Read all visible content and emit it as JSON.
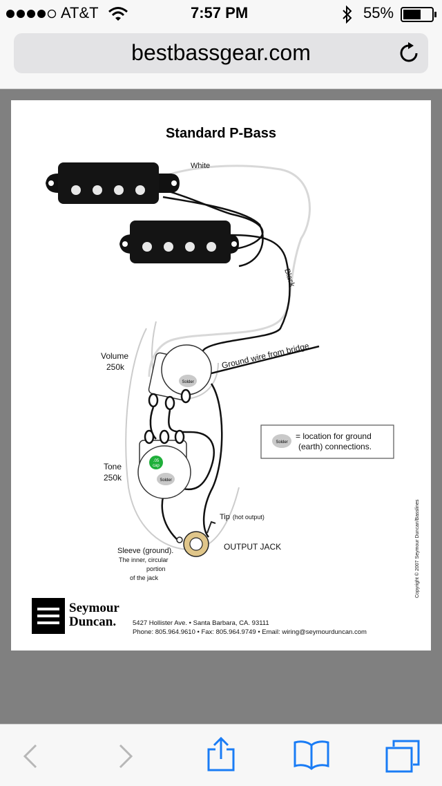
{
  "status": {
    "carrier": "AT&T",
    "time": "7:57 PM",
    "battery": "55%",
    "icons": [
      "signal-dots-icon",
      "wifi-icon",
      "bluetooth-icon",
      "battery-icon"
    ]
  },
  "browser": {
    "url": "bestbassgear.com",
    "reload_icon": "reload-icon"
  },
  "diagram": {
    "title": "Standard P-Bass",
    "labels": {
      "white": "White",
      "black": "Black",
      "ground_wire": "Ground wire from bridge",
      "volume": "Volume",
      "volume_value": "250k",
      "tone": "Tone",
      "tone_value": "250k",
      "solder": "Solder",
      "cap_value": ".05",
      "cap_label": "cap",
      "legend_line1": "= location for ground",
      "legend_line2": "(earth) connections.",
      "tip": "Tip",
      "tip_note": "(hot output)",
      "output_jack": "OUTPUT JACK",
      "sleeve": "Sleeve (ground).",
      "sleeve_line2": "The inner, circular",
      "sleeve_line3": "portion",
      "sleeve_line4": "of the jack",
      "copyright": "Copyright © 2007 Seymour Duncan/Basslines"
    },
    "footer": {
      "brand_line1": "Seymour",
      "brand_line2": "Duncan.",
      "address": "5427 Hollister Ave. • Santa Barbara, CA. 93111",
      "contact": "Phone: 805.964.9610 • Fax: 805.964.9749 • Email: wiring@seymourduncan.com"
    }
  },
  "toolbar": {
    "icons": [
      "back-icon",
      "forward-icon",
      "share-icon",
      "bookmarks-icon",
      "tabs-icon"
    ]
  }
}
